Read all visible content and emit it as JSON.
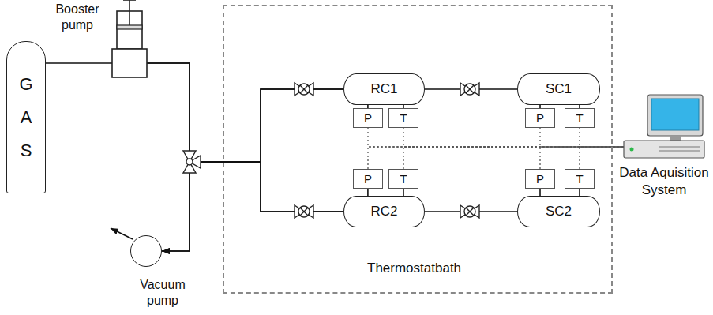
{
  "diagram": {
    "nodes": [
      {
        "text": [
          "G A S"
        ]
      },
      {
        "text": [
          "Booster pump"
        ]
      },
      {
        "text": [
          "Vacuum pump"
        ]
      },
      {
        "text": [
          "Thermostatbath"
        ]
      },
      {
        "text": [
          "RC1"
        ],
        "in": 3
      },
      {
        "text": [
          "P"
        ],
        "in": 3
      },
      {
        "text": [
          "T"
        ],
        "in": 3
      },
      {
        "text": [
          "SC1"
        ],
        "in": 3
      },
      {
        "text": [
          "P"
        ],
        "in": 3
      },
      {
        "text": [
          "T"
        ],
        "in": 3
      },
      {
        "text": [
          "P"
        ],
        "in": 3
      },
      {
        "text": [
          "T"
        ],
        "in": 3
      },
      {
        "text": [
          "RC2"
        ],
        "in": 3
      },
      {
        "text": [
          "P"
        ],
        "in": 3
      },
      {
        "text": [
          "T"
        ],
        "in": 3
      },
      {
        "text": [
          "SC2"
        ],
        "in": 3
      },
      {
        "text": [
          "Data Aquisition System"
        ]
      }
    ],
    "edges": [
      {
        "from": 0,
        "to": 1,
        "arrow": "none"
      },
      {
        "from": 1,
        "to": 4,
        "arrow": "none"
      },
      {
        "from": 1,
        "to": 12,
        "arrow": "none"
      },
      {
        "from": 4,
        "to": 2,
        "arrow": "to"
      },
      {
        "from": 12,
        "to": 2,
        "arrow": "to"
      },
      {
        "from": 4,
        "to": 7,
        "arrow": "none"
      },
      {
        "from": 12,
        "to": 15,
        "arrow": "none"
      },
      {
        "from": 4,
        "to": 5,
        "arrow": "none"
      },
      {
        "from": 4,
        "to": 6,
        "arrow": "none"
      },
      {
        "from": 7,
        "to": 8,
        "arrow": "none"
      },
      {
        "from": 7,
        "to": 9,
        "arrow": "none"
      },
      {
        "from": 12,
        "to": 10,
        "arrow": "none"
      },
      {
        "from": 12,
        "to": 11,
        "arrow": "none"
      },
      {
        "from": 15,
        "to": 13,
        "arrow": "none"
      },
      {
        "from": 15,
        "to": 14,
        "arrow": "none"
      },
      {
        "from": 5,
        "to": 16,
        "arrow": "none"
      },
      {
        "from": 6,
        "to": 16,
        "arrow": "none"
      },
      {
        "from": 8,
        "to": 16,
        "arrow": "none"
      },
      {
        "from": 9,
        "to": 16,
        "arrow": "none"
      },
      {
        "from": 10,
        "to": 16,
        "arrow": "none"
      },
      {
        "from": 11,
        "to": 16,
        "arrow": "none"
      },
      {
        "from": 13,
        "to": 16,
        "arrow": "none"
      },
      {
        "from": 14,
        "to": 16,
        "arrow": "none"
      }
    ]
  }
}
